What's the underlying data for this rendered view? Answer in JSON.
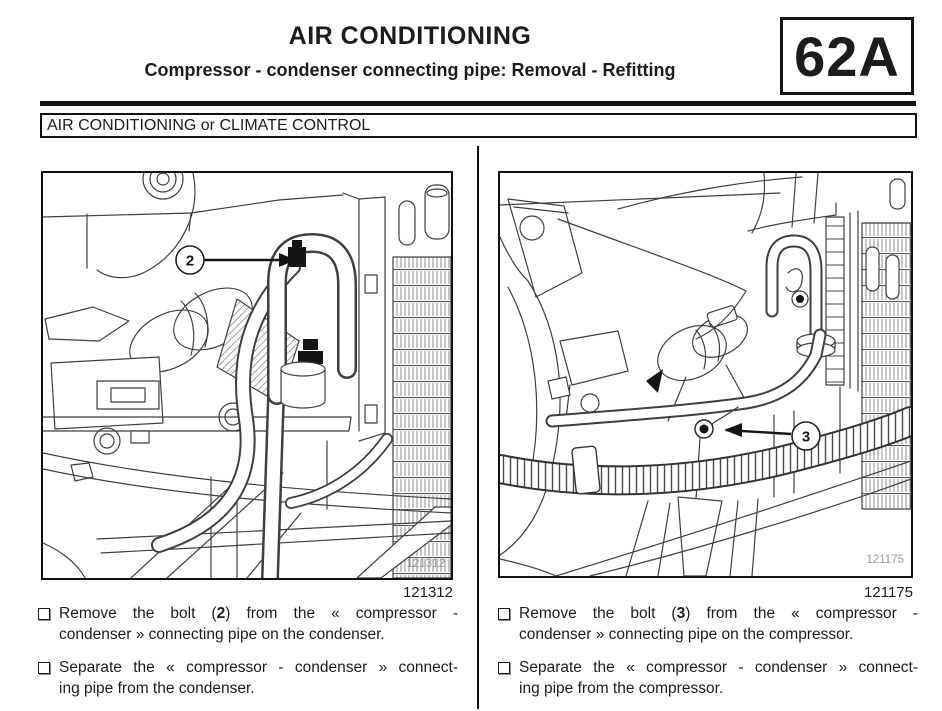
{
  "header": {
    "title": "AIR CONDITIONING",
    "subtitle": "Compressor - condenser connecting pipe: Removal - Refitting",
    "section_code": "62A"
  },
  "banner": {
    "text": "AIR CONDITIONING or CLIMATE CONTROL"
  },
  "icons": {
    "step_bullet": "square-outline",
    "callout_arrow": "filled-arrow"
  },
  "colors": {
    "ink": "#1c1c1c",
    "line_art": "#3f3f3f",
    "watermark": "#9a9a9a",
    "accent": "#111111"
  },
  "figures": [
    {
      "ref": "121312",
      "watermark": "121312",
      "callout_label": "2",
      "subject": "condenser side bolt"
    },
    {
      "ref": "121175",
      "watermark": "121175",
      "callout_label": "3",
      "subject": "compressor side bolt"
    }
  ],
  "columns": [
    {
      "steps": [
        {
          "full_text": "Remove the bolt (2) from the « compressor - condenser » connecting pipe on the condenser.",
          "lines": [
            [
              {
                "t": "Remove the bolt ("
              },
              {
                "t": "2",
                "b": true
              },
              {
                "t": ") from the « compressor -"
              }
            ],
            [
              {
                "t": "condenser » connecting pipe on the condenser."
              }
            ]
          ]
        },
        {
          "full_text": "Separate the « compressor - condenser » connecting pipe from the condenser.",
          "lines": [
            [
              {
                "t": "Separate the « compressor - condenser » connect-"
              }
            ],
            [
              {
                "t": "ing pipe from the condenser."
              }
            ]
          ]
        }
      ]
    },
    {
      "steps": [
        {
          "full_text": "Remove the bolt (3) from the « compressor - condenser » connecting pipe on the compressor.",
          "lines": [
            [
              {
                "t": "Remove the bolt ("
              },
              {
                "t": "3",
                "b": true
              },
              {
                "t": ") from the « compressor -"
              }
            ],
            [
              {
                "t": "condenser » connecting pipe on the compressor."
              }
            ]
          ]
        },
        {
          "full_text": "Separate the « compressor - condenser » connecting pipe from the compressor.",
          "lines": [
            [
              {
                "t": "Separate the « compressor - condenser » connect-"
              }
            ],
            [
              {
                "t": "ing pipe from the compressor."
              }
            ]
          ]
        }
      ]
    }
  ]
}
